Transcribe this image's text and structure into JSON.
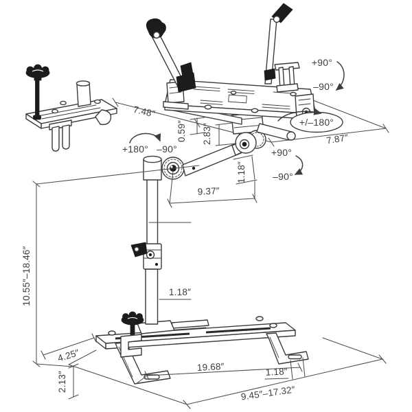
{
  "meta": {
    "description": "Technical line-drawing diagram of a vehicle laptop mount with dimension and rotation annotations",
    "background_color": "#ffffff",
    "line_color": "#3a3a3a",
    "reference_line_color": "#4a4a4a",
    "text_color": "#3d3d3d",
    "accent_fill_color": "#1c1c1c"
  },
  "labels": {
    "tray_depth": "7.48″",
    "tray_offset": "0.59″",
    "pivot_drop": "2.83″",
    "tray_width": "7.87″",
    "arm_length": "9.37″",
    "arm_diameter": "1.18″",
    "height_range": "10.55″–18.46″",
    "pole_diameter": "1.18″",
    "base_depth": "4.25″",
    "foot_height": "2.13″",
    "rail_length": "19.68″",
    "foot_slot_width": "1.18″",
    "base_span_range": "9.45″–17.32″",
    "tray_tilt_plus": "+90°",
    "tray_tilt_minus": "–90°",
    "tray_swivel_range": "+/–180°",
    "elbow_rotate_plus": "+180°",
    "elbow_rotate_minus": "–90°",
    "arm_tilt_plus": "+90°",
    "arm_tilt_minus": "–90°"
  }
}
